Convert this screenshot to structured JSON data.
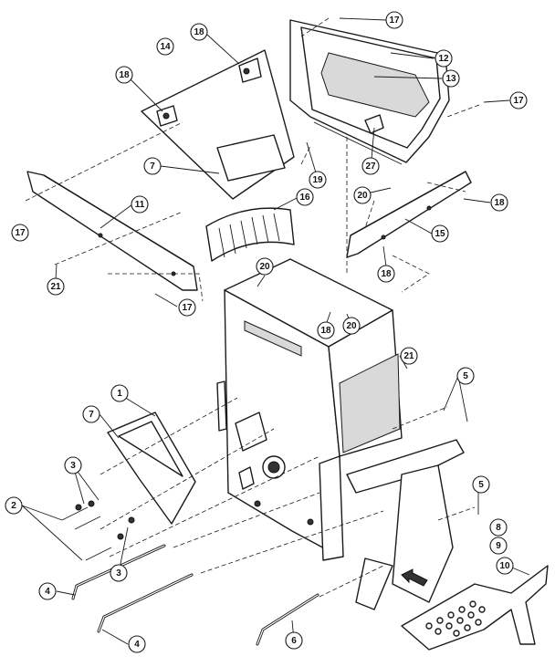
{
  "diagram": {
    "callouts": [
      {
        "id": "c17a",
        "label": "17"
      },
      {
        "id": "c14",
        "label": "14"
      },
      {
        "id": "c18a",
        "label": "18"
      },
      {
        "id": "c18b",
        "label": "18"
      },
      {
        "id": "c12",
        "label": "12"
      },
      {
        "id": "c13",
        "label": "13"
      },
      {
        "id": "c17b",
        "label": "17"
      },
      {
        "id": "c7a",
        "label": "7"
      },
      {
        "id": "c27",
        "label": "27"
      },
      {
        "id": "c19",
        "label": "19"
      },
      {
        "id": "c16",
        "label": "16"
      },
      {
        "id": "c20a",
        "label": "20"
      },
      {
        "id": "c18c",
        "label": "18"
      },
      {
        "id": "c11",
        "label": "11"
      },
      {
        "id": "c17c",
        "label": "17"
      },
      {
        "id": "c15",
        "label": "15"
      },
      {
        "id": "c18d",
        "label": "18"
      },
      {
        "id": "c21a",
        "label": "21"
      },
      {
        "id": "c20b",
        "label": "20"
      },
      {
        "id": "c17d",
        "label": "17"
      },
      {
        "id": "c18e",
        "label": "18"
      },
      {
        "id": "c20c",
        "label": "20"
      },
      {
        "id": "c21b",
        "label": "21"
      },
      {
        "id": "c5a",
        "label": "5"
      },
      {
        "id": "c1",
        "label": "1"
      },
      {
        "id": "c7b",
        "label": "7"
      },
      {
        "id": "c3a",
        "label": "3"
      },
      {
        "id": "c2",
        "label": "2"
      },
      {
        "id": "c5b",
        "label": "5"
      },
      {
        "id": "c3b",
        "label": "3"
      },
      {
        "id": "c8",
        "label": "8"
      },
      {
        "id": "c9",
        "label": "9"
      },
      {
        "id": "c10",
        "label": "10"
      },
      {
        "id": "c4a",
        "label": "4"
      },
      {
        "id": "c6",
        "label": "6"
      },
      {
        "id": "c4b",
        "label": "4"
      }
    ]
  }
}
